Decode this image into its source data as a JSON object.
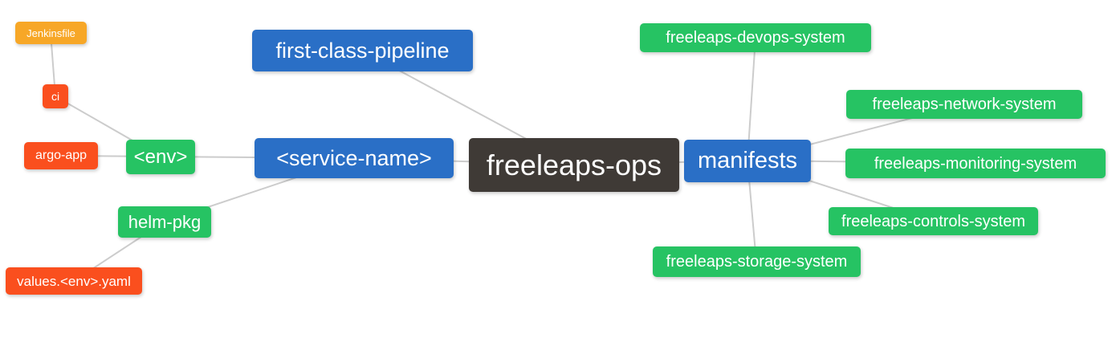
{
  "diagram": {
    "type": "mindmap",
    "root": "root",
    "edges": [
      [
        "jenkinsfile",
        "ci"
      ],
      [
        "ci",
        "env"
      ],
      [
        "argo_app",
        "env"
      ],
      [
        "env",
        "service_name"
      ],
      [
        "helm_pkg",
        "service_name"
      ],
      [
        "values_env_yaml",
        "helm_pkg"
      ],
      [
        "first_class_pipeline",
        "root"
      ],
      [
        "service_name",
        "root"
      ],
      [
        "root",
        "manifests"
      ],
      [
        "manifests",
        "devops_system"
      ],
      [
        "manifests",
        "network_system"
      ],
      [
        "manifests",
        "monitoring_system"
      ],
      [
        "manifests",
        "controls_system"
      ],
      [
        "manifests",
        "storage_system"
      ]
    ]
  },
  "nodes": {
    "root": {
      "label": "freeleaps-ops",
      "color": "#3f3a36"
    },
    "first_class_pipeline": {
      "label": "first-class-pipeline",
      "color": "#2a6fc6"
    },
    "service_name": {
      "label": "<service-name>",
      "color": "#2a6fc6"
    },
    "manifests": {
      "label": "manifests",
      "color": "#2a6fc6"
    },
    "env": {
      "label": "<env>",
      "color": "#26c363"
    },
    "helm_pkg": {
      "label": "helm-pkg",
      "color": "#26c363"
    },
    "ci": {
      "label": "ci",
      "color": "#fa4f1e"
    },
    "argo_app": {
      "label": "argo-app",
      "color": "#fa4f1e"
    },
    "values_env_yaml": {
      "label": "values.<env>.yaml",
      "color": "#fa4f1e"
    },
    "jenkinsfile": {
      "label": "Jenkinsfile",
      "color": "#f7a727"
    },
    "devops_system": {
      "label": "freeleaps-devops-system",
      "color": "#26c363"
    },
    "network_system": {
      "label": "freeleaps-network-system",
      "color": "#26c363"
    },
    "monitoring_system": {
      "label": "freeleaps-monitoring-system",
      "color": "#26c363"
    },
    "controls_system": {
      "label": "freeleaps-controls-system",
      "color": "#26c363"
    },
    "storage_system": {
      "label": "freeleaps-storage-system",
      "color": "#26c363"
    }
  },
  "colors": {
    "root_node": "#3f3a36",
    "branch_node": "#2a6fc6",
    "leaf_green": "#26c363",
    "leaf_red": "#fa4f1e",
    "leaf_orange": "#f7a727",
    "connector_line": "#cccccc",
    "node_text": "#ffffff",
    "background": "#ffffff"
  }
}
